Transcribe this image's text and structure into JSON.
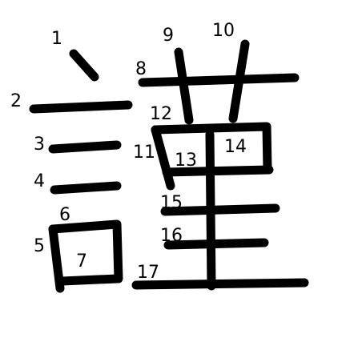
{
  "character": {
    "stroke_color": "#000000",
    "background_color": "#ffffff",
    "stroke_numbers": [
      "1",
      "2",
      "3",
      "4",
      "5",
      "6",
      "7",
      "8",
      "9",
      "10",
      "11",
      "12",
      "13",
      "14",
      "15",
      "16",
      "17"
    ]
  }
}
